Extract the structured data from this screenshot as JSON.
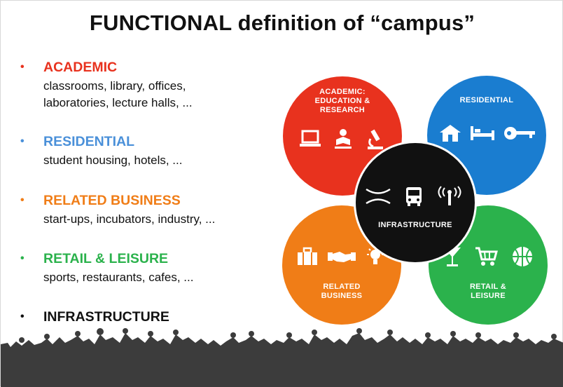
{
  "title": "FUNCTIONAL definition of “campus”",
  "categories": [
    {
      "label": "ACADEMIC",
      "color": "#e8321e",
      "description": "classrooms, library, offices,\nlaboratories, lecture halls, ..."
    },
    {
      "label": "RESIDENTIAL",
      "color": "#4a90d9",
      "description": "student housing, hotels, ..."
    },
    {
      "label": "RELATED BUSINESS",
      "color": "#f07d17",
      "description": "start-ups, incubators, industry, ..."
    },
    {
      "label": "RETAIL & LEISURE",
      "color": "#2bb24c",
      "description": "sports, restaurants, cafes, ..."
    },
    {
      "label": "INFRASTRUCTURE",
      "color": "#111111",
      "description": ""
    }
  ],
  "diagram": {
    "academic": {
      "label": "ACADEMIC:\nEDUCATION &\nRESEARCH",
      "color": "#e8321e",
      "icons": [
        "laptop-icon",
        "reading-person-icon",
        "microscope-icon"
      ]
    },
    "residential": {
      "label": "RESIDENTIAL",
      "color": "#1a7dd0",
      "icons": [
        "house-icon",
        "bed-icon",
        "key-icon"
      ]
    },
    "business": {
      "label": "RELATED\nBUSINESS",
      "color": "#f07d17",
      "icons": [
        "briefcase-icon",
        "handshake-icon",
        "lightbulb-icon"
      ]
    },
    "retail": {
      "label": "RETAIL &\nLEISURE",
      "color": "#2bb24c",
      "icons": [
        "cocktail-icon",
        "shopping-cart-icon",
        "basketball-icon"
      ]
    },
    "infrastructure": {
      "label": "INFRASTRUCTURE",
      "color": "#111111",
      "icons": [
        "bridge-icon",
        "bus-icon",
        "antenna-icon"
      ]
    }
  },
  "footer": {
    "silhouette": "crowd-silhouette",
    "color": "#3c3c3c"
  }
}
